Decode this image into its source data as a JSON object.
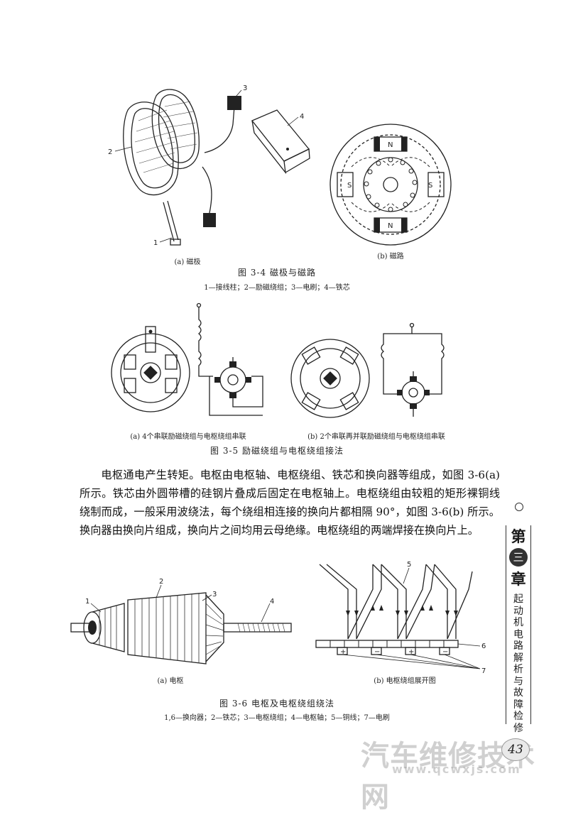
{
  "fig34": {
    "sub_a": "(a) 磁极",
    "sub_b": "(b) 磁路",
    "title": "图 3-4   磁极与磁路",
    "legend": "1—接线柱；2—励磁绕组；3—电刷；4—铁芯",
    "labels": [
      "1",
      "2",
      "3",
      "4"
    ],
    "poles": {
      "n_top": "N",
      "n_bottom": "N",
      "s_left": "S",
      "s_right": "S"
    }
  },
  "fig35": {
    "sub_a": "(a) 4个串联励磁绕组与电枢绕组串联",
    "sub_b": "(b) 2个串联再并联励磁绕组与电枢绕组串联",
    "title": "图 3-5   励磁绕组与电枢绕组接法"
  },
  "paragraph": "电枢通电产生转矩。电枢由电枢轴、电枢绕组、铁芯和换向器等组成，如图 3-6(a) 所示。铁芯由外圆带槽的硅钢片叠成后固定在电枢轴上。电枢绕组由较粗的矩形裸铜线绕制而成，一般采用波绕法，每个绕组相连接的换向片都相隔 90°，如图 3-6(b) 所示。换向器由换向片组成，换向片之间均用云母绝缘。电枢绕组的两端焊接在换向片上。",
  "fig36": {
    "sub_a": "(a) 电枢",
    "sub_b": "(b) 电枢绕组展开图",
    "title": "图 3-6   电枢及电枢绕组绕法",
    "legend": "1,6—换向器；2—铁芯；3—电枢绕组；4—电枢轴；5—铜线；7—电刷",
    "labels_a": [
      "1",
      "2",
      "3",
      "4"
    ],
    "labels_b": [
      "5",
      "6",
      "7"
    ],
    "brush_signs": [
      "+",
      "−",
      "+",
      "−"
    ]
  },
  "chapter_tab": {
    "top": "第",
    "number": "三",
    "bottom": "章",
    "title_chars": [
      "起",
      "动",
      "机",
      "电",
      "路",
      "解",
      "析",
      "与",
      "故",
      "障",
      "检",
      "修"
    ]
  },
  "page_number": "43",
  "watermark": {
    "main": "汽车维修技术网",
    "url": "www.qcwxjs.com"
  }
}
